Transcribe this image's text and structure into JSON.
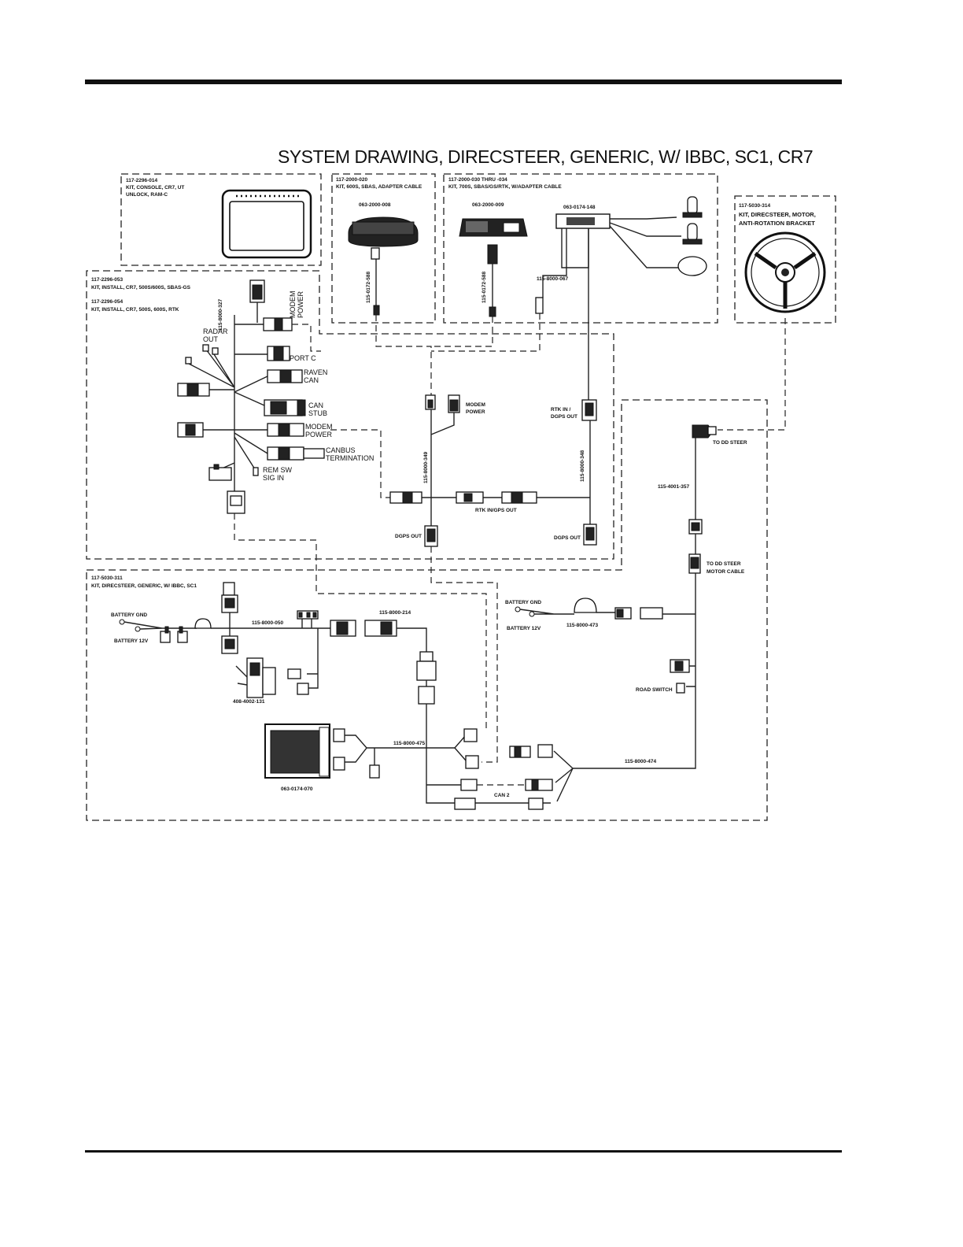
{
  "page": {
    "title": "SYSTEM DRAWING, DIRECSTEER, GENERIC, W/ IBBC, SC1, CR7"
  },
  "kits": {
    "console": {
      "pn": "117-2296-014",
      "desc1": "KIT, CONSOLE, CR7, UT",
      "desc2": "UNLOCK, RAM-C"
    },
    "gps600": {
      "pn": "117-2000-020",
      "desc1": "KIT, 600S, SBAS, ADAPTER CABLE",
      "part": "063-2000-008",
      "cable": "115-0172-588"
    },
    "gps700": {
      "pn": "117-2000-030 THRU -034",
      "desc1": "KIT, 700S, SBAS/GS/RTK, W/ADAPTER CABLE",
      "part": "063-2000-009",
      "cable": "115-0172-588",
      "radio": "063-0174-148",
      "radio_cable": "115-8000-067"
    },
    "motor": {
      "pn": "117-5030-314",
      "desc1": "KIT, DIRECSTEER, MOTOR,",
      "desc2": "ANTI-ROTATION BRACKET"
    },
    "install": {
      "pn1": "117-2296-053",
      "desc1": "KIT, INSTALL, CR7, 500S/600S, SBAS-GS",
      "pn2": "117-2296-054",
      "desc2": "KIT, INSTALL, CR7, 500S, 600S, RTK"
    },
    "direcsteer": {
      "pn": "117-5030-311",
      "desc1": "KIT, DIRECSTEER, GENERIC, W/ IBBC, SC1"
    }
  },
  "labels": {
    "harness_main": "115-8000-327",
    "modem_power_top_1": "MODEM",
    "modem_power_top_2": "POWER",
    "radar_out_1": "RADAR",
    "radar_out_2": "OUT",
    "port_c": "PORT  C",
    "raven_can_1": "RAVEN",
    "raven_can_2": "CAN",
    "can_stub_1": "CAN",
    "can_stub_2": "STUB",
    "modem_power_mid_1": "MODEM",
    "modem_power_mid_2": "POWER",
    "canbus_term_1": "CANBUS",
    "canbus_term_2": "TERMINATION",
    "rem_sw_1": "REM  SW",
    "rem_sw_2": "SIG  IN",
    "modem_power_center_1": "MODEM",
    "modem_power_center_2": "POWER",
    "cable_349": "115-8000-349",
    "cable_348": "115-8000-348",
    "rtk_in_1": "RTK IN /",
    "rtk_in_2": "DGPS OUT",
    "rtk_in_gps_out": "RTK IN/GPS OUT",
    "dgps_out_left": "DGPS OUT",
    "dgps_out_right": "DGPS OUT",
    "to_dd_steer": "TO DD STEER",
    "cable_357": "115-4001-357",
    "to_dd_motor_1": "TO DD STEER",
    "to_dd_motor_2": "MOTOR CABLE",
    "battery_gnd_left": "BATTERY GND",
    "battery_12v_left": "BATTERY 12V",
    "cable_050": "115-8000-050",
    "cable_214": "115-8000-214",
    "relay_pn": "408-4002-131",
    "battery_gnd_right": "BATTERY GND",
    "battery_12v_right": "BATTERY 12V",
    "cable_473": "115-8000-473",
    "road_switch": "ROAD SWITCH",
    "cable_475": "115-8000-475",
    "ecu_pn": "063-0174-070",
    "cable_474": "115-8000-474",
    "can2": "CAN 2"
  }
}
